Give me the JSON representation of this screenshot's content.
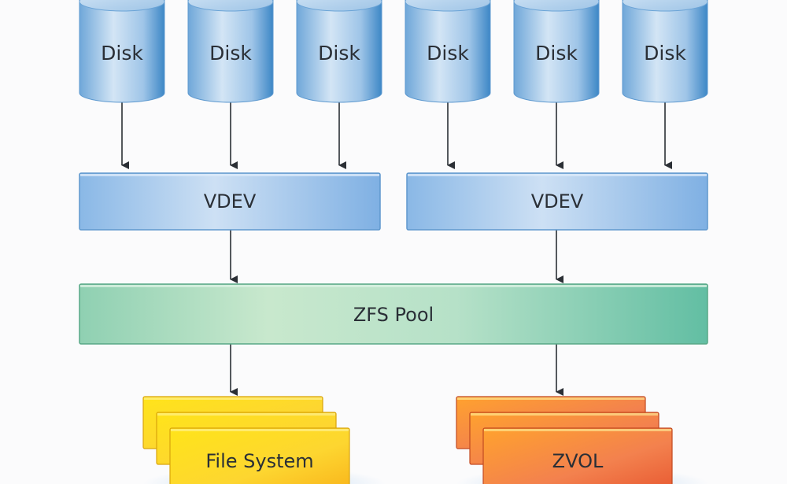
{
  "diagram": {
    "title": "ZFS storage architecture",
    "disks": [
      {
        "label": "Disk",
        "group": 0
      },
      {
        "label": "Disk",
        "group": 0
      },
      {
        "label": "Disk",
        "group": 0
      },
      {
        "label": "Disk",
        "group": 1
      },
      {
        "label": "Disk",
        "group": 1
      },
      {
        "label": "Disk",
        "group": 1
      }
    ],
    "vdevs": [
      {
        "label": "VDEV"
      },
      {
        "label": "VDEV"
      }
    ],
    "pool": {
      "label": "ZFS Pool"
    },
    "datasets": [
      {
        "label": "File System",
        "kind": "filesystem",
        "stack_count": 3
      },
      {
        "label": "ZVOL",
        "kind": "zvol",
        "stack_count": 3
      }
    ],
    "edges": [
      {
        "from": "disk-0",
        "to": "vdev-0"
      },
      {
        "from": "disk-1",
        "to": "vdev-0"
      },
      {
        "from": "disk-2",
        "to": "vdev-0"
      },
      {
        "from": "disk-3",
        "to": "vdev-1"
      },
      {
        "from": "disk-4",
        "to": "vdev-1"
      },
      {
        "from": "disk-5",
        "to": "vdev-1"
      },
      {
        "from": "vdev-0",
        "to": "pool"
      },
      {
        "from": "vdev-1",
        "to": "pool"
      },
      {
        "from": "pool",
        "to": "dataset-0"
      },
      {
        "from": "pool",
        "to": "dataset-1"
      }
    ],
    "colors": {
      "disk": "#7fb3e0",
      "vdev": "#9cc4ea",
      "pool": "#9fd8bd",
      "filesystem": "#fcd22a",
      "zvol": "#f37a3c",
      "arrow": "#2b2f35",
      "text": "#2a2f36"
    }
  }
}
